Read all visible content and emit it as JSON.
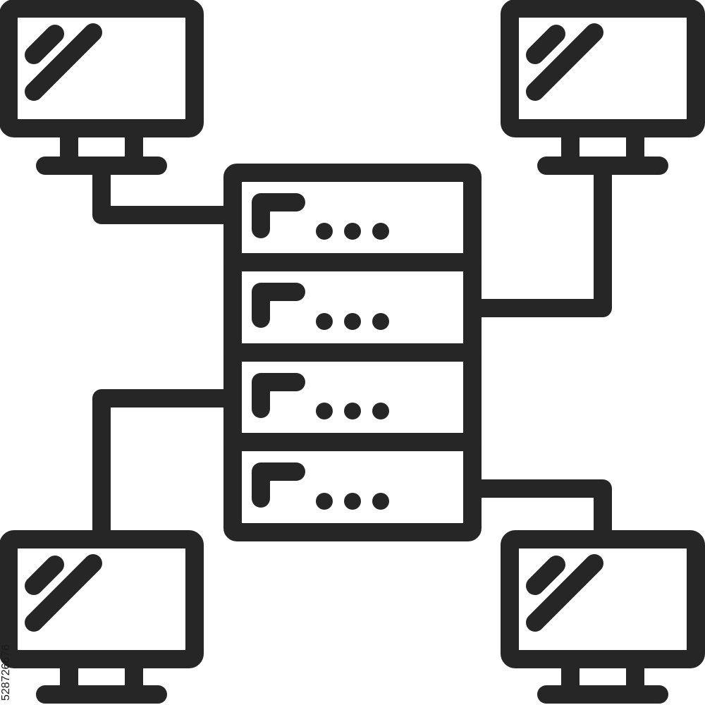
{
  "illustration": {
    "kind": "network-server-icon",
    "stroke_color": "#262626",
    "fill_color": "#ffffff",
    "monitor_count": 4,
    "server_unit_count": 4,
    "indicator_dots_per_unit": 3
  },
  "watermark": {
    "asset_id": "528726676"
  }
}
